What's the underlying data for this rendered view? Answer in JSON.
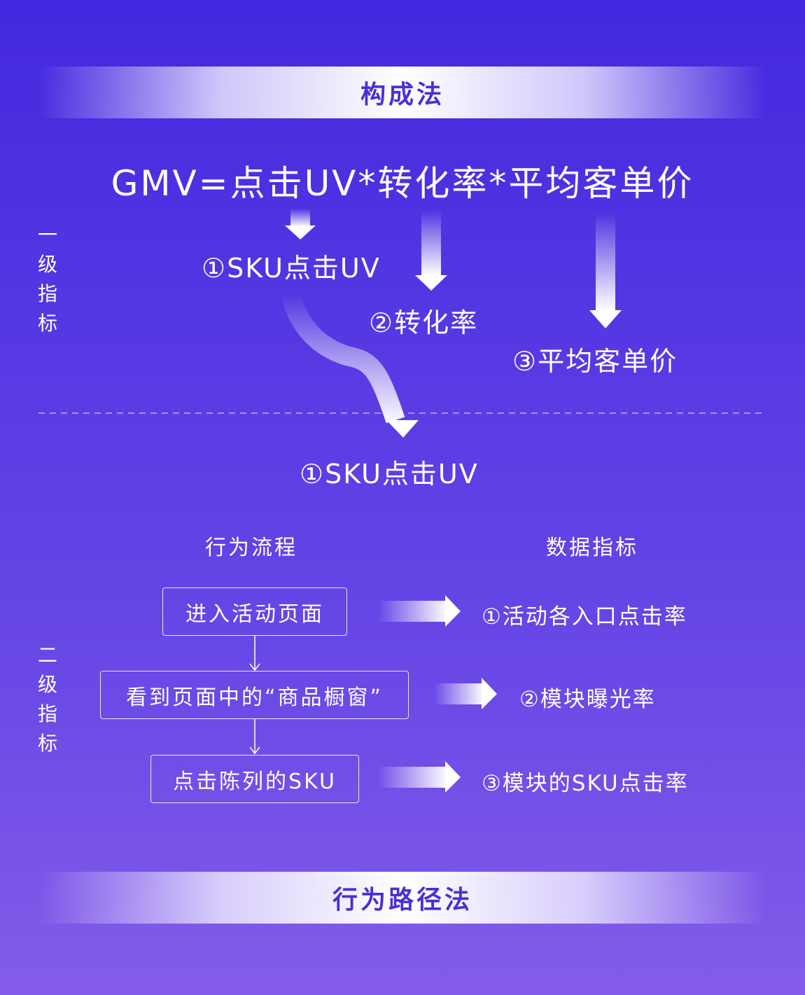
{
  "banners": {
    "top": "构成法",
    "bottom": "行为路径法"
  },
  "formula": "GMV=点击UV*转化率*平均客单价",
  "level1": {
    "side_label": [
      "一",
      "级",
      "指",
      "标"
    ],
    "items": [
      "①SKU点击UV",
      "②转化率",
      "③平均客单价"
    ]
  },
  "level2": {
    "side_label": [
      "二",
      "级",
      "指",
      "标"
    ],
    "focus": "①SKU点击UV",
    "col_process": "行为流程",
    "col_metrics": "数据指标",
    "steps": [
      "进入活动页面",
      "看到页面中的“商品橱窗”",
      "点击陈列的SKU"
    ],
    "metrics": [
      "①活动各入口点击率",
      "②模块曝光率",
      "③模块的SKU点击率"
    ]
  }
}
